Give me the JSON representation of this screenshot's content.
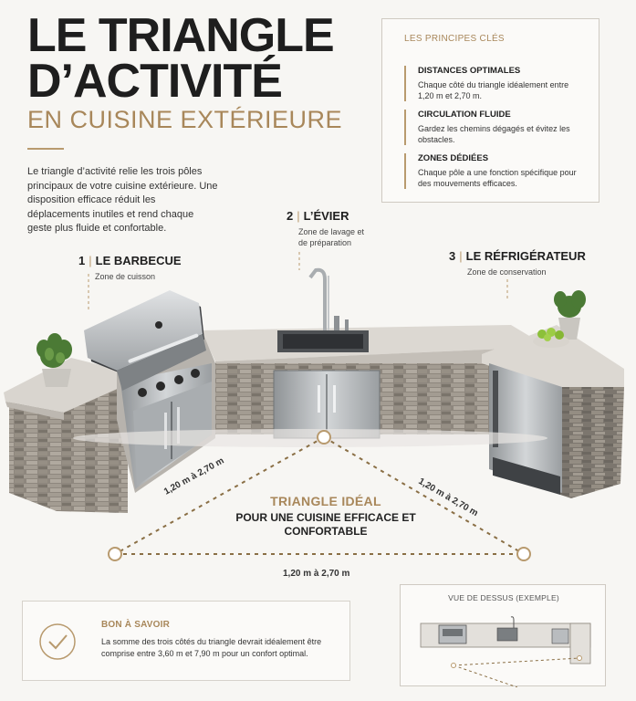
{
  "header": {
    "line1": "LE TRIANGLE",
    "line2": "D’ACTIVITÉ",
    "line3": "EN CUISINE EXTÉRIEURE",
    "intro": "Le triangle d’activité relie les trois pôles principaux de votre cuisine extérieure. Une disposition efficace réduit les déplacements inutiles et rend chaque geste plus fluide et confortable."
  },
  "principles": {
    "title": "LES PRINCIPES CLÉS",
    "items": [
      {
        "heading": "DISTANCES OPTIMALES",
        "text": "Chaque côté du triangle idéalement entre 1,20 m et 2,70 m."
      },
      {
        "heading": "CIRCULATION FLUIDE",
        "text": "Gardez les chemins dégagés et évitez les obstacles."
      },
      {
        "heading": "ZONES DÉDIÉES",
        "text": "Chaque pôle a une fonction spécifique pour des mouvements efficaces."
      }
    ]
  },
  "zones": [
    {
      "number": "1",
      "title": "LE BARBECUE",
      "subtitle": "Zone de cuisson"
    },
    {
      "number": "2",
      "title": "L’ÉVIER",
      "subtitle": "Zone de lavage et de préparation"
    },
    {
      "number": "3",
      "title": "LE RÉFRIGÉRATEUR",
      "subtitle": "Zone de conservation"
    }
  ],
  "triangle": {
    "title": "TRIANGLE IDÉAL",
    "subtitle": "POUR UNE CUISINE EFFICACE ET CONFORTABLE",
    "left_distance": "1,20 m à 2,70 m",
    "right_distance": "1,20 m à 2,70 m",
    "bottom_distance": "1,20 m à 2,70 m"
  },
  "tip": {
    "title": "BON À SAVOIR",
    "text": "La somme des trois côtés du triangle devrait idéalement être comprise entre 3,60 m et 7,90 m pour un confort optimal."
  },
  "plan": {
    "title": "VUE DE DESSUS (EXEMPLE)"
  },
  "colors": {
    "accent": "#a8875a",
    "dark": "#1e1e1e",
    "steel": "#b9bcbf",
    "stone": "#8c857c",
    "counter": "#d9d5cf"
  }
}
